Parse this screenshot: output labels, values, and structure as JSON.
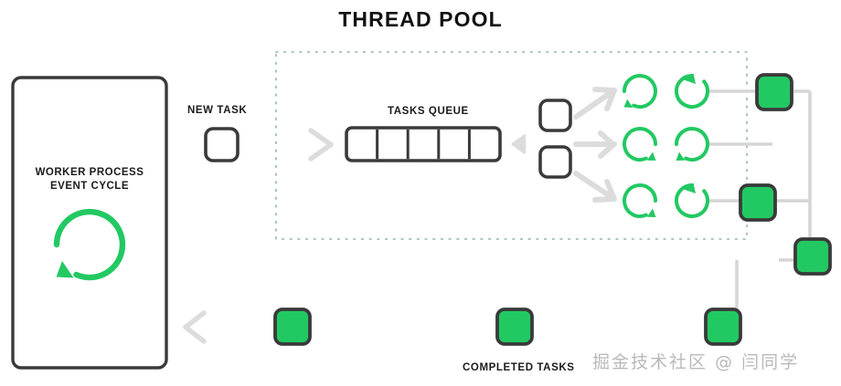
{
  "diagram": {
    "title": "THREAD POOL",
    "labels": {
      "new_task": "NEW TASK",
      "tasks_queue": "TASKS QUEUE",
      "completed_tasks": "COMPLETED TASKS",
      "worker_line1": "WORKER PROCESS",
      "worker_line2": "EVENT CYCLE"
    },
    "watermark": "掘金技术社区 @ 闫同学",
    "colors": {
      "green": "#22c962",
      "dark": "#333333",
      "line": "#d3d3d3",
      "dotted": "#9fb4b0",
      "text": "#1b1b1b",
      "watermark": "#b9b9b9"
    },
    "counts": {
      "queue_cells": 5,
      "pending_task_squares": 2,
      "thread_spinners": 6,
      "completed_squares_bottom": 2,
      "completed_squares_right": 4
    },
    "icons": {
      "worker_cycle": "refresh-circle-icon",
      "thread": "spinner-icon",
      "pending_task": "task-square-icon",
      "completed_task": "completed-task-square-icon"
    }
  }
}
